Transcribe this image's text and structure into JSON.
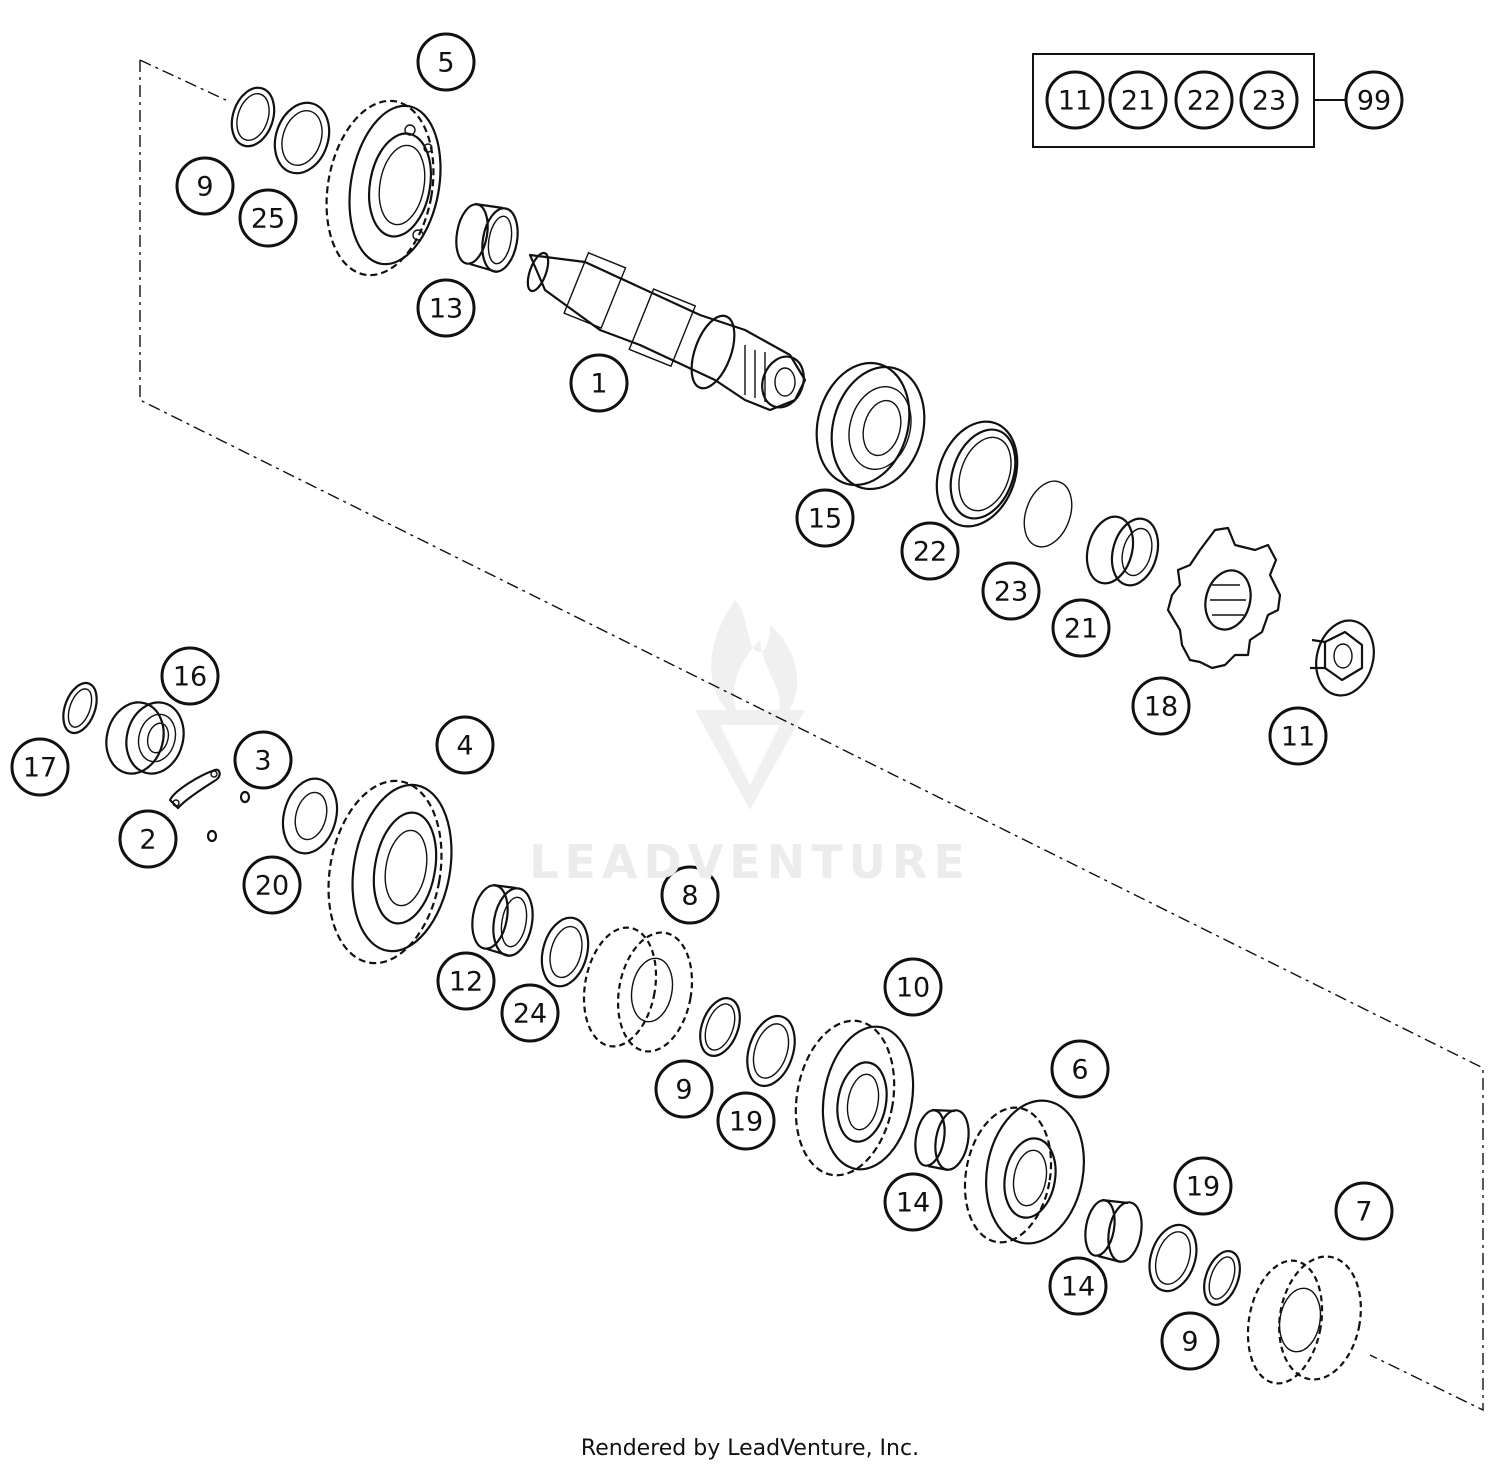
{
  "footer": "Rendered by LeadVenture, Inc.",
  "watermark": "LEADVENTURE",
  "kit": {
    "items": [
      "11",
      "21",
      "22",
      "23"
    ],
    "result": "99"
  },
  "callouts": [
    {
      "id": "c5",
      "label": "5"
    },
    {
      "id": "c9a",
      "label": "9"
    },
    {
      "id": "c25",
      "label": "25"
    },
    {
      "id": "c13",
      "label": "13"
    },
    {
      "id": "c1",
      "label": "1"
    },
    {
      "id": "c15",
      "label": "15"
    },
    {
      "id": "c22",
      "label": "22"
    },
    {
      "id": "c23",
      "label": "23"
    },
    {
      "id": "c21",
      "label": "21"
    },
    {
      "id": "c18",
      "label": "18"
    },
    {
      "id": "c11",
      "label": "11"
    },
    {
      "id": "c16",
      "label": "16"
    },
    {
      "id": "c17",
      "label": "17"
    },
    {
      "id": "c3",
      "label": "3"
    },
    {
      "id": "c2",
      "label": "2"
    },
    {
      "id": "c4",
      "label": "4"
    },
    {
      "id": "c20",
      "label": "20"
    },
    {
      "id": "c12",
      "label": "12"
    },
    {
      "id": "c24",
      "label": "24"
    },
    {
      "id": "c8",
      "label": "8"
    },
    {
      "id": "c9b",
      "label": "9"
    },
    {
      "id": "c19a",
      "label": "19"
    },
    {
      "id": "c10",
      "label": "10"
    },
    {
      "id": "c14a",
      "label": "14"
    },
    {
      "id": "c6",
      "label": "6"
    },
    {
      "id": "c14b",
      "label": "14"
    },
    {
      "id": "c19b",
      "label": "19"
    },
    {
      "id": "c9c",
      "label": "9"
    },
    {
      "id": "c7",
      "label": "7"
    }
  ]
}
